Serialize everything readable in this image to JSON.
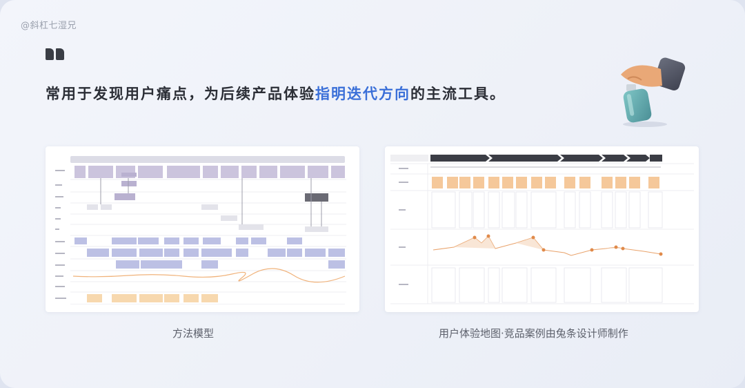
{
  "watermark": "@斜杠七湿兄",
  "headline": {
    "before": "常用于发现用户痛点，为后续产品体验",
    "highlight": "指明迭代方向",
    "after": "的主流工具。"
  },
  "panels": {
    "left_caption": "方法模型",
    "right_caption": "用户体验地图·竞品案例由兔条设计师制作"
  },
  "colors": {
    "highlight": "#3a6fd8",
    "text": "#2b2e36",
    "caption": "#5c606b",
    "method_purple": "#c9c3dc",
    "method_blue": "#b9bde2",
    "method_orange": "#f7d7ad",
    "journey_orange": "#f5c89a",
    "journey_dark": "#3b3d45"
  },
  "icons": {
    "quote": "quote-mark-icon",
    "hand": "hand-holding-spray-bottle-icon"
  }
}
